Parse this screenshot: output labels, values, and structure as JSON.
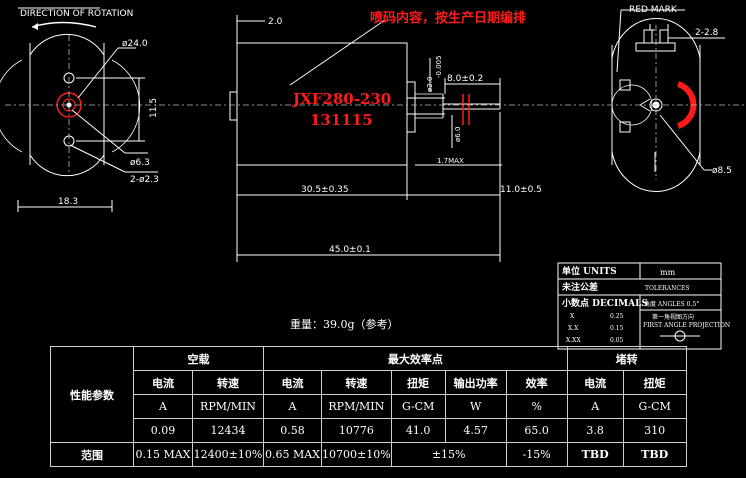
{
  "colors": {
    "background": "#000000",
    "lines": "#ffffff",
    "red": "#ff1a1a",
    "centerline": "#bbbbbb"
  },
  "labels": {
    "rotation": "DIRECTION OF ROTATION",
    "red_mark": "RED MARK",
    "spray_note": "喷码内容，按生产日期编排",
    "model_code": "JXF280-230",
    "date_code": "131115"
  },
  "dims": {
    "dia24": "ø24.0",
    "h115": "11.5",
    "dia63": "ø6.3",
    "holes": "2-ø2.3",
    "w183": "18.3",
    "d20": "2.0",
    "shaft_dia": "ø2.0",
    "shaft_tol": "-0.005",
    "l80": "8.0±0.2",
    "boss": "ø6.0",
    "max17": "1.7MAX",
    "l305": "30.5±0.35",
    "l110": "11.0±0.5",
    "l450": "45.0±0.1",
    "term28": "2-2.8",
    "dia85": "ø8.5"
  },
  "tolerance_box": {
    "unit_label": "单位 UNITS",
    "unit_value": "mm",
    "note_label": "未注公差",
    "tolerances": "TOLERANCES",
    "decimals": "小数点 DECIMALS",
    "angle": "角度 ANGLES 0.5°",
    "rows": [
      {
        "k": "X",
        "v": "0.25"
      },
      {
        "k": "X.X",
        "v": "0.15"
      },
      {
        "k": "X.XX",
        "v": "0.05"
      }
    ],
    "projection_cn": "第一角视图方向",
    "projection_en": "FIRST ANGLE PROJECTION"
  },
  "weight": "重量：39.0g（参考）",
  "table": {
    "row_label": "性能参数",
    "range_label": "范围",
    "groups": [
      "空载",
      "最大效率点",
      "堵转"
    ],
    "headers": [
      "电流",
      "转速",
      "电流",
      "转速",
      "扭矩",
      "输出功率",
      "效率",
      "电流",
      "扭矩"
    ],
    "units": [
      "A",
      "RPM/MIN",
      "A",
      "RPM/MIN",
      "G-CM",
      "W",
      "%",
      "A",
      "G-CM"
    ],
    "values": [
      "0.09",
      "12434",
      "0.58",
      "10776",
      "41.0",
      "4.57",
      "65.0",
      "3.8",
      "310"
    ],
    "range": [
      "0.15 MAX",
      "12400±10%",
      "0.65 MAX",
      "10700±10%",
      "±15%",
      "-15%",
      "TBD",
      "TBD"
    ]
  }
}
